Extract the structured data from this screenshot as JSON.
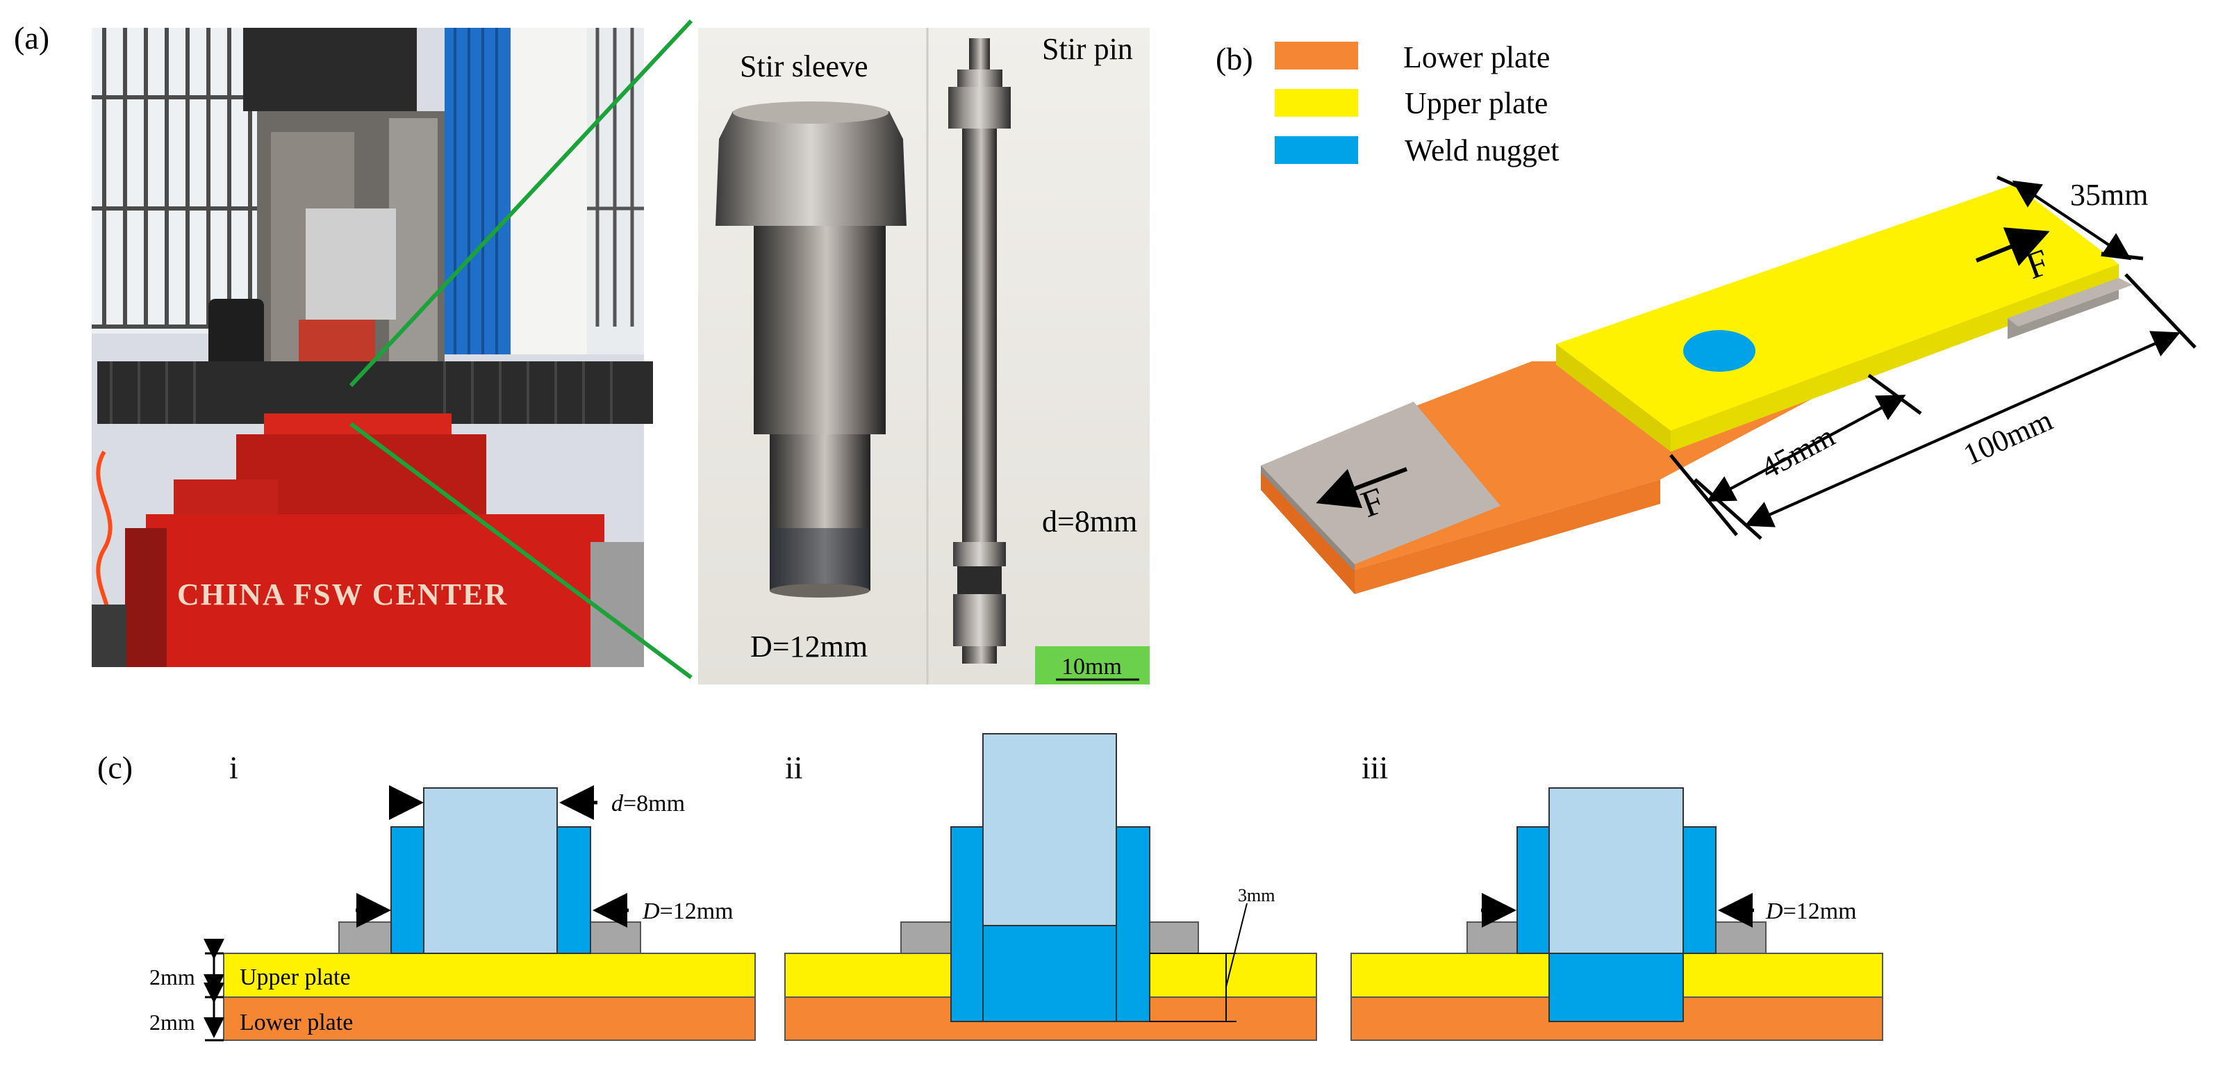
{
  "panel_a": {
    "label": "(a)",
    "machine_text": "CHINA FSW CENTER",
    "sleeve_title": "Stir sleeve",
    "pin_title": "Stir pin",
    "sleeve_dim": "D=12mm",
    "pin_dim": "d=8mm",
    "scale_bar": "10mm"
  },
  "panel_b": {
    "label": "(b)",
    "legend": [
      {
        "label": "Lower plate",
        "color": "#F58634"
      },
      {
        "label": "Upper plate",
        "color": "#FFF200"
      },
      {
        "label": "Weld nugget",
        "color": "#00A3E8"
      }
    ],
    "dim_width": "35mm",
    "dim_overlap": "45mm",
    "dim_length": "100mm",
    "force_label": "F"
  },
  "panel_c": {
    "label": "(c)",
    "steps": [
      "i",
      "ii",
      "iii"
    ],
    "thickness_label": "2mm",
    "upper_plate": "Upper plate",
    "lower_plate": "Lower plate",
    "pin_dim_prefix": "d",
    "pin_dim_value": "=8mm",
    "sleeve_dim_prefix": "D",
    "sleeve_dim_value": "=12mm",
    "plunge_depth": "3mm"
  },
  "colors": {
    "lower": "#F58634",
    "upper": "#FFF200",
    "nugget": "#00A3E8",
    "pin": "#B5D7EE",
    "clamp": "#A6A6A6",
    "grip": "#BDB6B0",
    "arrow_green": "#1BA33A"
  }
}
